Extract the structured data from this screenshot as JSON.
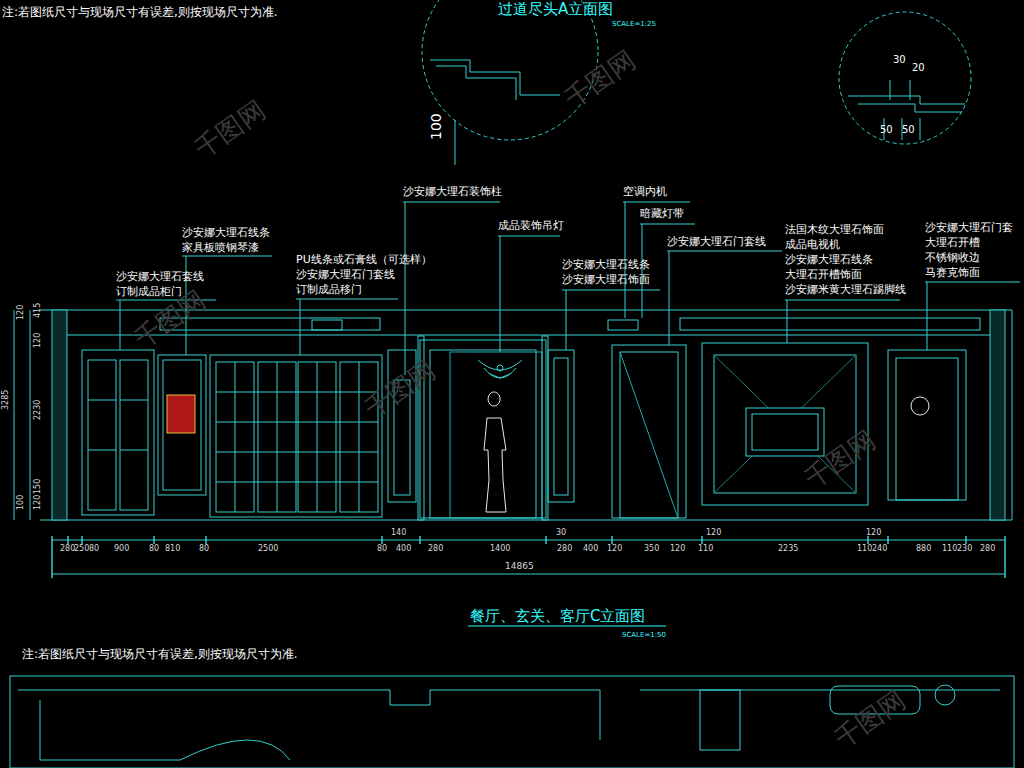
{
  "diagram": {
    "title": "餐厅、玄关、客厅C立面图",
    "labels": [
      "注:若图纸尺寸与现场尺寸有误差,则按现场尺寸为准.",
      "过道尽头A立面图",
      "SCALE=1:25",
      "100",
      "30",
      "20",
      "50",
      "50",
      "沙安娜大理石线条",
      "家具板喷钢琴漆",
      "沙安娜大理石套线",
      "订制成品柜门",
      "PU线条或石膏线（可选样）",
      "沙安娜大理石门套线",
      "订制成品移门",
      "沙安娜大理石装饰柱",
      "成品装饰吊灯",
      "沙安娜大理石线条",
      "沙安娜大理石饰面",
      "空调内机",
      "暗藏灯带",
      "沙安娜大理石门套线",
      "法国木纹大理石饰面",
      "成品电视机",
      "沙安娜大理石线条",
      "大理石开槽饰面",
      "沙安娜米黄大理石踢脚线",
      "沙安娜大理石门套",
      "大理石开槽",
      "不锈钢收边",
      "马赛克饰面",
      "SCALE=1:50",
      "注:若图纸尺寸与现场尺寸有误差,则按现场尺寸为准.",
      "280",
      "250",
      "80",
      "900",
      "80",
      "810",
      "80",
      "2500",
      "80",
      "400",
      "280",
      "1400",
      "280",
      "400",
      "120",
      "350",
      "120",
      "110",
      "2235",
      "110",
      "240",
      "880",
      "110",
      "230",
      "280",
      "140",
      "30",
      "120",
      "120",
      "14865",
      "120",
      "415",
      "120",
      "2230",
      "150",
      "100",
      "120",
      "3285",
      "千图网",
      "千图网",
      "千图网",
      "千图网",
      "千图网",
      "千图网"
    ]
  }
}
